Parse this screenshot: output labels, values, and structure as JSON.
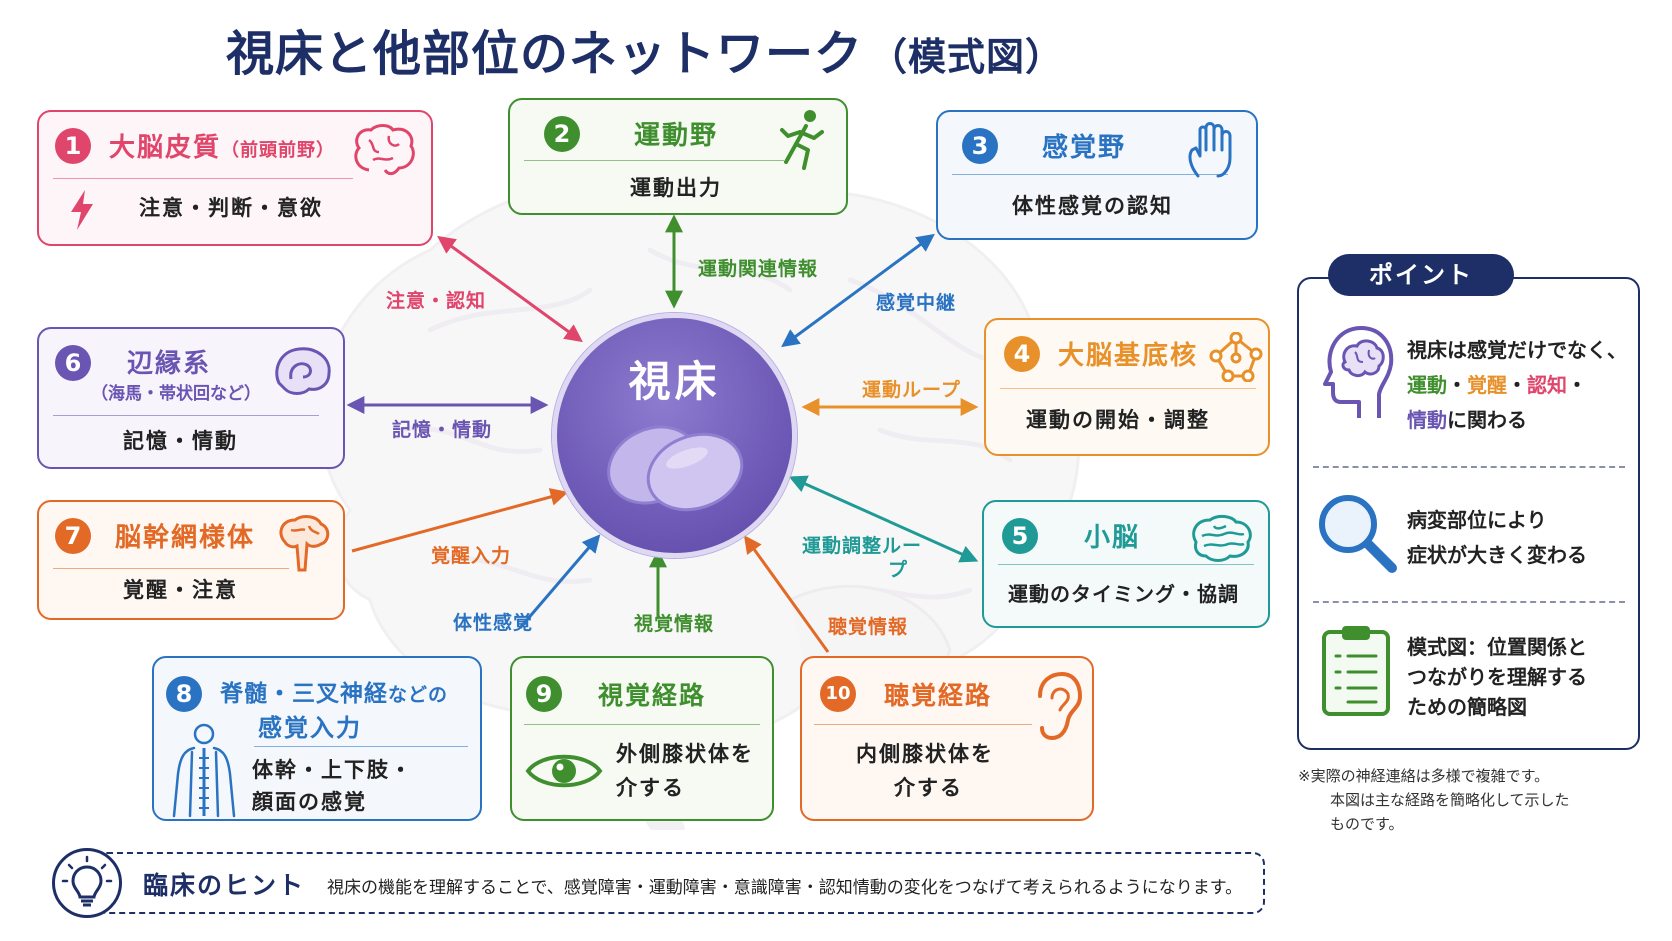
{
  "title": "視床と他部位のネットワーク",
  "title_sub": "（模式図）",
  "center": {
    "label": "視床"
  },
  "colors": {
    "navy": "#1d2f66",
    "pink": "#e0456b",
    "green": "#3f8f2e",
    "blue": "#2a73c2",
    "orange": "#e8902a",
    "teal": "#1f9a96",
    "purple": "#6a55b3",
    "deep_orange": "#e26a26",
    "thalamus": "#6a55b3"
  },
  "cards": [
    {
      "num": "1",
      "title": "大脳皮質",
      "title_paren": "（前頭前野）",
      "desc": "注意・判断・意欲",
      "icon": "brain-icon",
      "sub_icon": "lightning-icon"
    },
    {
      "num": "2",
      "title": "運動野",
      "desc": "運動出力",
      "icon": "running-person-icon"
    },
    {
      "num": "3",
      "title": "感覚野",
      "desc": "体性感覚の認知",
      "icon": "hand-icon"
    },
    {
      "num": "4",
      "title": "大脳基底核",
      "desc": "運動の開始・調整",
      "icon": "network-icon"
    },
    {
      "num": "5",
      "title": "小脳",
      "desc": "運動のタイミング・協調",
      "icon": "cerebellum-icon"
    },
    {
      "num": "6",
      "title": "辺縁系",
      "subtitle": "（海馬・帯状回など）",
      "desc": "記憶・情動",
      "icon": "limbic-icon"
    },
    {
      "num": "7",
      "title": "脳幹網様体",
      "desc": "覚醒・注意",
      "icon": "brainstem-icon"
    },
    {
      "num": "8",
      "title_a": "脊髄・三叉神経",
      "title_b": "などの",
      "title_c": "感覚入力",
      "desc_1": "体幹・上下肢・",
      "desc_2": "顔面の感覚",
      "icon": "body-spine-icon"
    },
    {
      "num": "9",
      "title": "視覚経路",
      "desc_1": "外側膝状体を",
      "desc_2": "介する",
      "icon": "eye-icon"
    },
    {
      "num": "10",
      "title": "聴覚経路",
      "desc_1": "内側膝状体を",
      "desc_2": "介する",
      "icon": "ear-icon"
    }
  ],
  "connections": [
    {
      "label": "注意・認知"
    },
    {
      "label": "運動関連情報"
    },
    {
      "label": "感覚中継"
    },
    {
      "label": "運動ループ"
    },
    {
      "label_1": "運動調整ルー",
      "label_2": "プ"
    },
    {
      "label": "記憶・情動"
    },
    {
      "label": "覚醒入力"
    },
    {
      "label": "体性感覚"
    },
    {
      "label": "視覚情報"
    },
    {
      "label": "聴覚情報"
    }
  ],
  "points": {
    "header": "ポイント",
    "item1": {
      "line1": "視床は感覚だけでなく、",
      "w1": "運動",
      "sep1": "・",
      "w2": "覚醒",
      "sep2": "・",
      "w3": "認知",
      "sep3": "・",
      "w4": "情動",
      "tail": "に関わる"
    },
    "item2": {
      "line1": "病変部位により",
      "line2": "症状が大きく変わる"
    },
    "item3": {
      "line1": "模式図：位置関係と",
      "line2": "つながりを理解する",
      "line3": "ための簡略図"
    }
  },
  "note": {
    "line1": "※実際の神経連絡は多様で複雑です。",
    "line2": "本図は主な経路を簡略化して示した",
    "line3": "ものです。"
  },
  "hint": {
    "title": "臨床のヒント",
    "text": "視床の機能を理解することで、感覚障害・運動障害・意識障害・認知情動の変化をつなげて考えられるようになります。"
  }
}
